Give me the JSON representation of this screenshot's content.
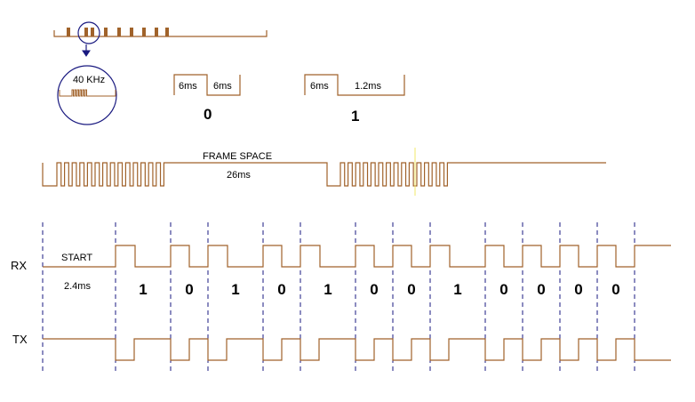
{
  "colors": {
    "waveform": "#a0622a",
    "burst": "#a0622a",
    "circle": "#1a1a80",
    "bit_text": "#1a1a80",
    "divider": "#1a1a80",
    "marker": "#f2ea6a",
    "text": "#000000"
  },
  "carrier": {
    "frequency_label": "40 KHz",
    "arrow_icon": "arrow-down-icon"
  },
  "encoding": {
    "zero": {
      "high_label": "6ms",
      "low_label": "6ms",
      "bit_label": "0"
    },
    "one": {
      "high_label": "6ms",
      "low_label": "1.2ms",
      "bit_label": "1"
    }
  },
  "frame": {
    "space_label": "FRAME SPACE",
    "space_duration_label": "26ms"
  },
  "timing": {
    "rx_label": "RX",
    "tx_label": "TX",
    "start_label": "START",
    "start_duration_label": "2.4ms",
    "bits": [
      "1",
      "0",
      "1",
      "0",
      "1",
      "0",
      "0",
      "1",
      "0",
      "0",
      "0",
      "0"
    ]
  }
}
